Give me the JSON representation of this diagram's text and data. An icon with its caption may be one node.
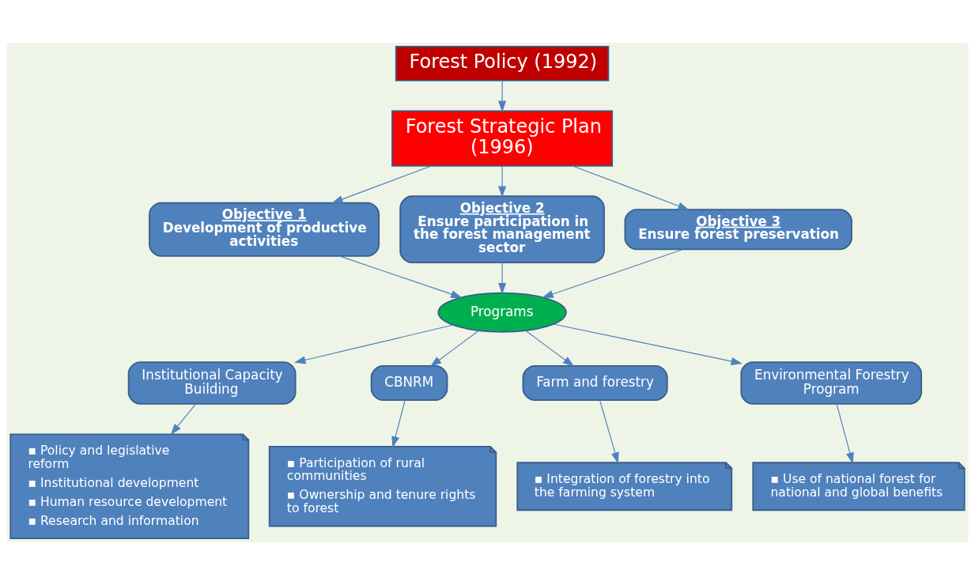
{
  "diagram": {
    "nodes": [
      {
        "text": [
          "Forest Policy (1992)"
        ]
      },
      {
        "text": [
          "Forest Strategic Plan (1996)"
        ]
      },
      {
        "text": [
          "Objective 1",
          "Development of productive activities"
        ]
      },
      {
        "text": [
          "Objective 2",
          "Ensure participation in the forest management sector"
        ]
      },
      {
        "text": [
          "Objective 3",
          "Ensure forest preservation"
        ]
      },
      {
        "text": [
          "Programs"
        ]
      },
      {
        "text": [
          "Institutional Capacity Building"
        ]
      },
      {
        "text": [
          "CBNRM"
        ]
      },
      {
        "text": [
          "Farm and forestry"
        ]
      },
      {
        "text": [
          "Environmental Forestry Program"
        ]
      },
      {
        "text": [
          "▪ Policy and legislative reform",
          "▪ Institutional development",
          "▪ Human resource development",
          "▪ Research and information"
        ]
      },
      {
        "text": [
          "▪ Participation of rural communities",
          "▪ Ownership and tenure rights to forest"
        ]
      },
      {
        "text": [
          "▪ Integration of forestry into the farming system"
        ]
      },
      {
        "text": [
          "▪ Use of national forest for national and global benefits"
        ]
      }
    ],
    "edges": [
      {
        "from": 0,
        "to": 1,
        "arrow": "to"
      },
      {
        "from": 1,
        "to": 2,
        "arrow": "to"
      },
      {
        "from": 1,
        "to": 3,
        "arrow": "to"
      },
      {
        "from": 1,
        "to": 4,
        "arrow": "to"
      },
      {
        "from": 2,
        "to": 5,
        "arrow": "to"
      },
      {
        "from": 3,
        "to": 5,
        "arrow": "to"
      },
      {
        "from": 4,
        "to": 5,
        "arrow": "to"
      },
      {
        "from": 5,
        "to": 6,
        "arrow": "to"
      },
      {
        "from": 5,
        "to": 7,
        "arrow": "to"
      },
      {
        "from": 5,
        "to": 8,
        "arrow": "to"
      },
      {
        "from": 5,
        "to": 9,
        "arrow": "to"
      },
      {
        "from": 6,
        "to": 10,
        "arrow": "to"
      },
      {
        "from": 7,
        "to": 11,
        "arrow": "to"
      },
      {
        "from": 8,
        "to": 12,
        "arrow": "to"
      },
      {
        "from": 9,
        "to": 13,
        "arrow": "to"
      }
    ]
  }
}
